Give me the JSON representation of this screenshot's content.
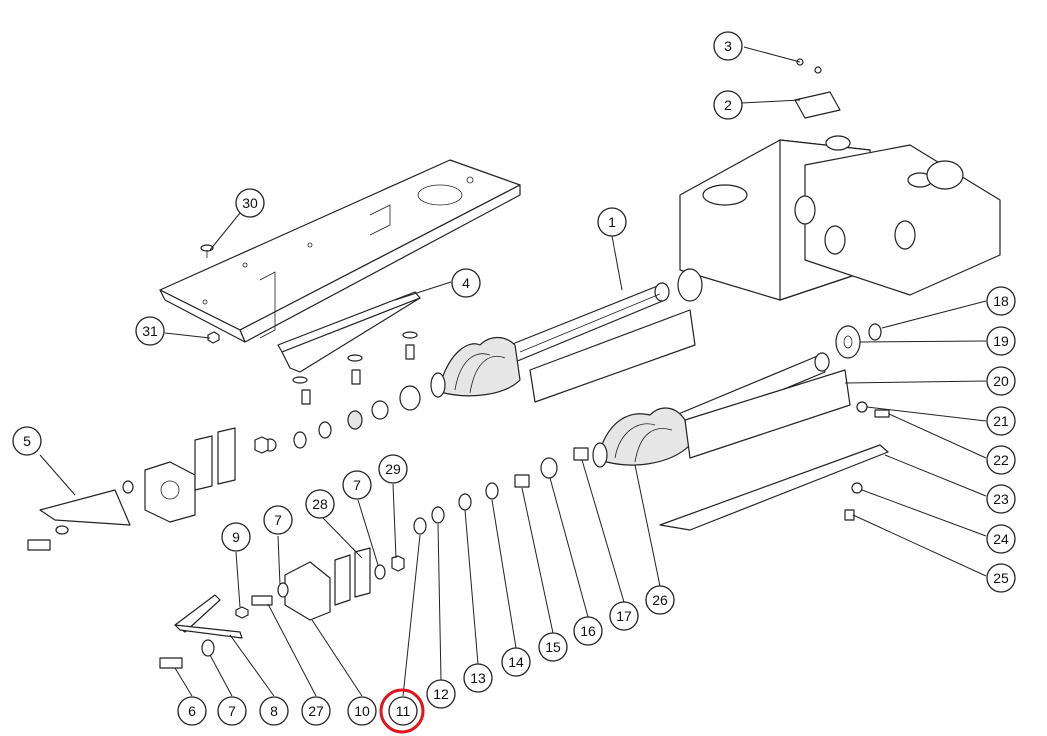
{
  "diagram": {
    "callouts": [
      "1",
      "2",
      "3",
      "4",
      "5",
      "6",
      "7",
      "7",
      "7",
      "8",
      "9",
      "10",
      "11",
      "12",
      "13",
      "14",
      "15",
      "16",
      "17",
      "18",
      "19",
      "20",
      "21",
      "22",
      "23",
      "24",
      "25",
      "26",
      "27",
      "28",
      "29",
      "30",
      "31"
    ],
    "highlighted_callout": "11",
    "highlight_color": "#e0141e"
  }
}
